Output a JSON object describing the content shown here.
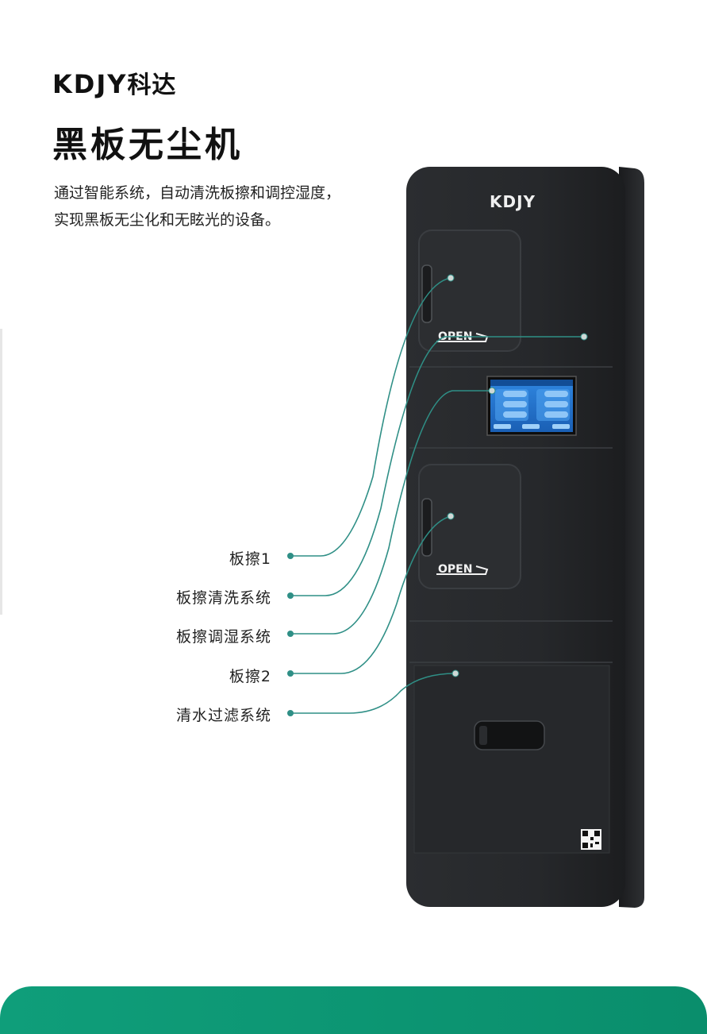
{
  "brand": {
    "latin": "KDJY",
    "cn": "科达"
  },
  "title": "黑板无尘机",
  "description": {
    "line1": "通过智能系统，自动清洗板擦和调控湿度，",
    "line2": "实现黑板无尘化和无眩光的设备。"
  },
  "device": {
    "logo": "KDJY",
    "open_label_1": "OPEN",
    "open_label_2": "OPEN"
  },
  "callouts": [
    {
      "label": "板擦1"
    },
    {
      "label": "板擦清洗系统"
    },
    {
      "label": "板擦调湿系统"
    },
    {
      "label": "板擦2"
    },
    {
      "label": "清水过滤系统"
    }
  ],
  "colors": {
    "accent": "#0f9e7a",
    "leader_line": "#2f8f86",
    "cabinet": "#2a2c2f",
    "screen_bg": "#1a6fc9"
  }
}
